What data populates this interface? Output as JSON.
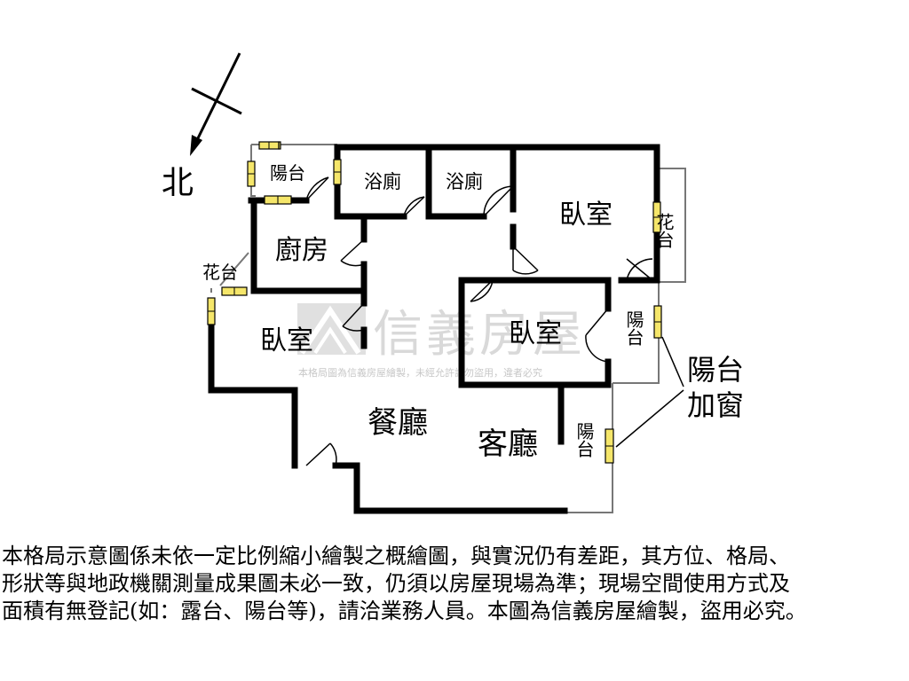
{
  "compass": {
    "label": "北"
  },
  "rooms": {
    "balcony_nw": "陽台",
    "bath_1": "浴廁",
    "bath_2": "浴廁",
    "bedroom_ne": "臥室",
    "kitchen": "廚房",
    "planter_west": "花台",
    "planter_east": "花台",
    "bedroom_west": "臥室",
    "bedroom_center": "臥室",
    "balcony_east": "陽台",
    "dining": "餐廳",
    "living": "客廳",
    "balcony_south": "陽台"
  },
  "annotation": {
    "line1": "陽台",
    "line2": "加窗"
  },
  "watermark": {
    "brand": "信義房屋",
    "notice": "本格局圖為信義房屋繪製，未經允許請勿盜用，違者必究"
  },
  "disclaimer": {
    "line1": "本格局示意圖係未依一定比例縮小繪製之概繪圖，與實況仍有差距，其方位、格局、",
    "line2": "形狀等與地政機關測量成果圖未必一致，仍須以房屋現場為準；現場空間使用方式及",
    "line3": "面積有無登記(如：露台、陽台等)，請洽業務人員。本圖為信義房屋繪製，盜用必究。"
  },
  "colors": {
    "wall": "#000000",
    "window": "#f5e66a",
    "watermark": "#cfcfcf"
  }
}
